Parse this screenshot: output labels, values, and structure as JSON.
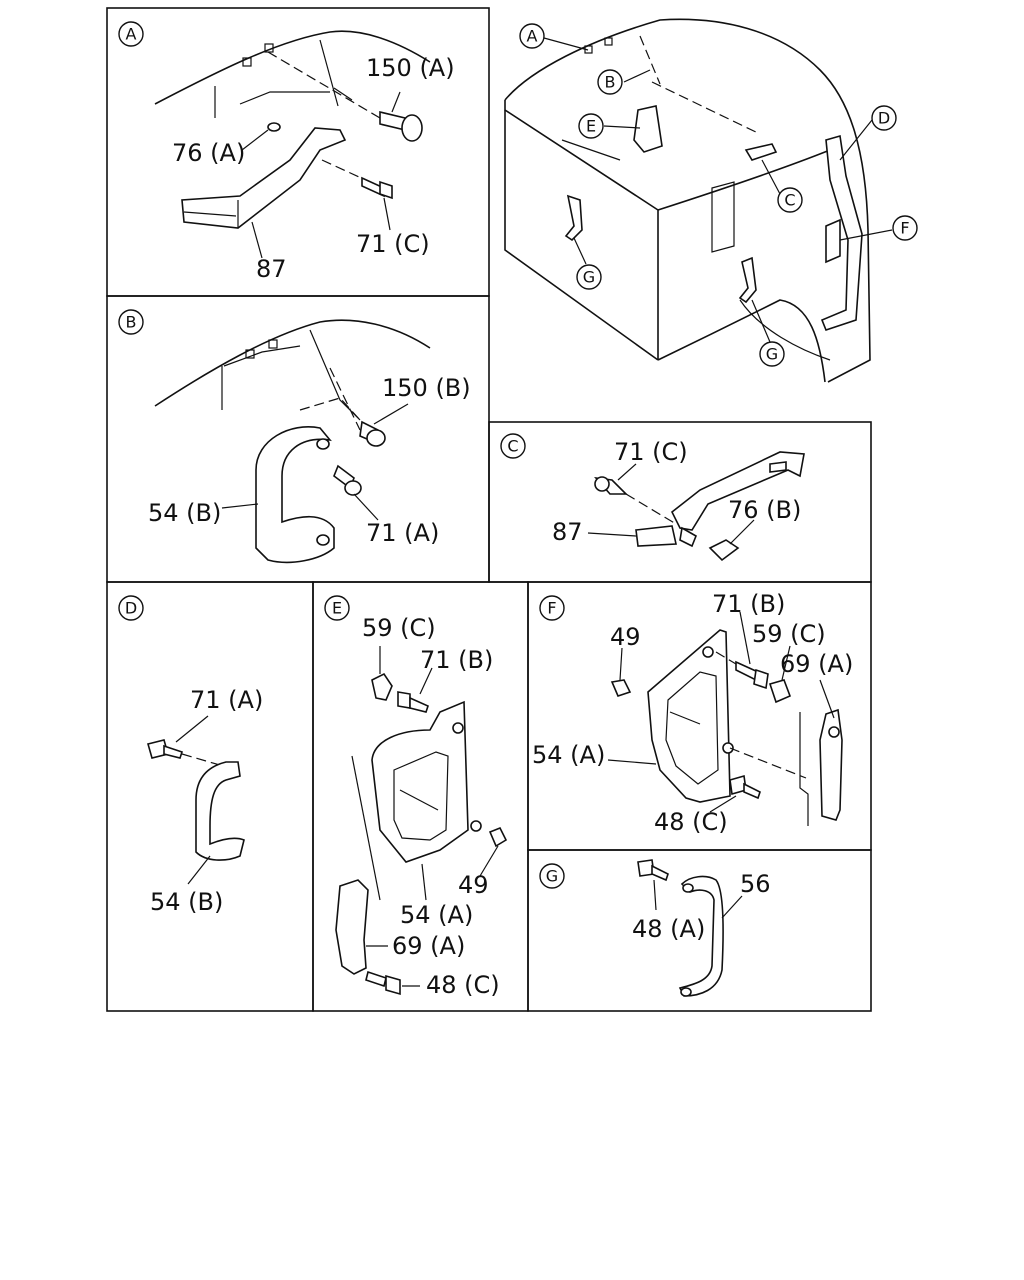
{
  "panels": {
    "A": {
      "key": "A",
      "labels": {
        "p150A": "150 (A)",
        "p76A": "76 (A)",
        "p71C": "71 (C)",
        "p87": "87"
      }
    },
    "B": {
      "key": "B",
      "labels": {
        "p150B": "150 (B)",
        "p54B": "54 (B)",
        "p71A": "71 (A)"
      }
    },
    "C": {
      "key": "C",
      "labels": {
        "p71C": "71 (C)",
        "p87": "87",
        "p76B": "76 (B)"
      }
    },
    "D": {
      "key": "D",
      "labels": {
        "p71A": "71 (A)",
        "p54B": "54 (B)"
      }
    },
    "E": {
      "key": "E",
      "labels": {
        "p59C": "59 (C)",
        "p71B": "71 (B)",
        "p49": "49",
        "p54A": "54 (A)",
        "p69A": "69 (A)",
        "p48C": "48 (C)"
      }
    },
    "F": {
      "key": "F",
      "labels": {
        "p49": "49",
        "p71B": "71 (B)",
        "p59C": "59 (C)",
        "p69A": "69 (A)",
        "p54A": "54 (A)",
        "p48C": "48 (C)"
      }
    },
    "G": {
      "key": "G",
      "labels": {
        "p48A": "48 (A)",
        "p56": "56"
      }
    }
  },
  "overview": {
    "callouts": {
      "A": "A",
      "B": "B",
      "C": "C",
      "D": "D",
      "E": "E",
      "F": "F",
      "G1": "G",
      "G2": "G"
    }
  }
}
